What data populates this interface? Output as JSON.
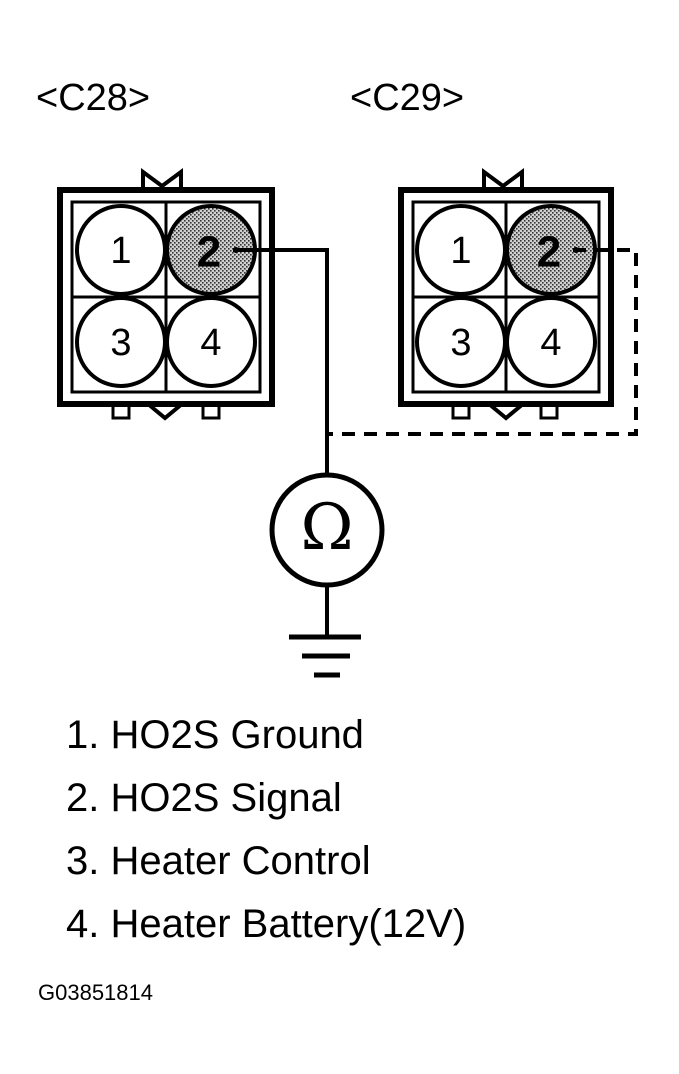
{
  "connectors": [
    {
      "label": "<C28>",
      "pins": [
        "1",
        "2",
        "3",
        "4"
      ],
      "highlighted_pin": "2"
    },
    {
      "label": "<C29>",
      "pins": [
        "1",
        "2",
        "3",
        "4"
      ],
      "highlighted_pin": "2"
    }
  ],
  "meter_symbol": "Ω",
  "legend": [
    "1. HO2S Ground",
    "2. HO2S Signal",
    "3. Heater Control",
    "4. Heater Battery(12V)"
  ],
  "figure_code": "G03851814",
  "colors": {
    "line": "#000000",
    "pin_highlight": "#9a9a9a",
    "background": "#ffffff"
  }
}
